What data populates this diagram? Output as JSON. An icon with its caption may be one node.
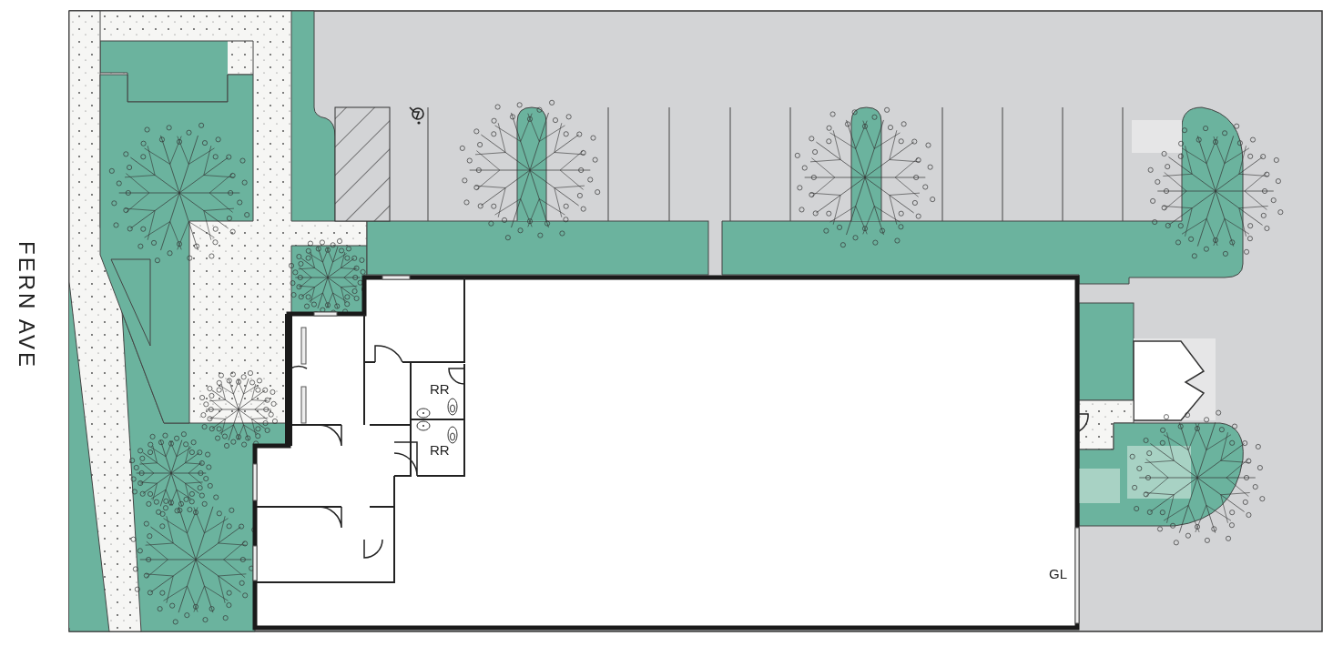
{
  "diagram": {
    "labels": [
      "FERN AVE",
      "RR",
      "RR",
      "GL"
    ]
  }
}
